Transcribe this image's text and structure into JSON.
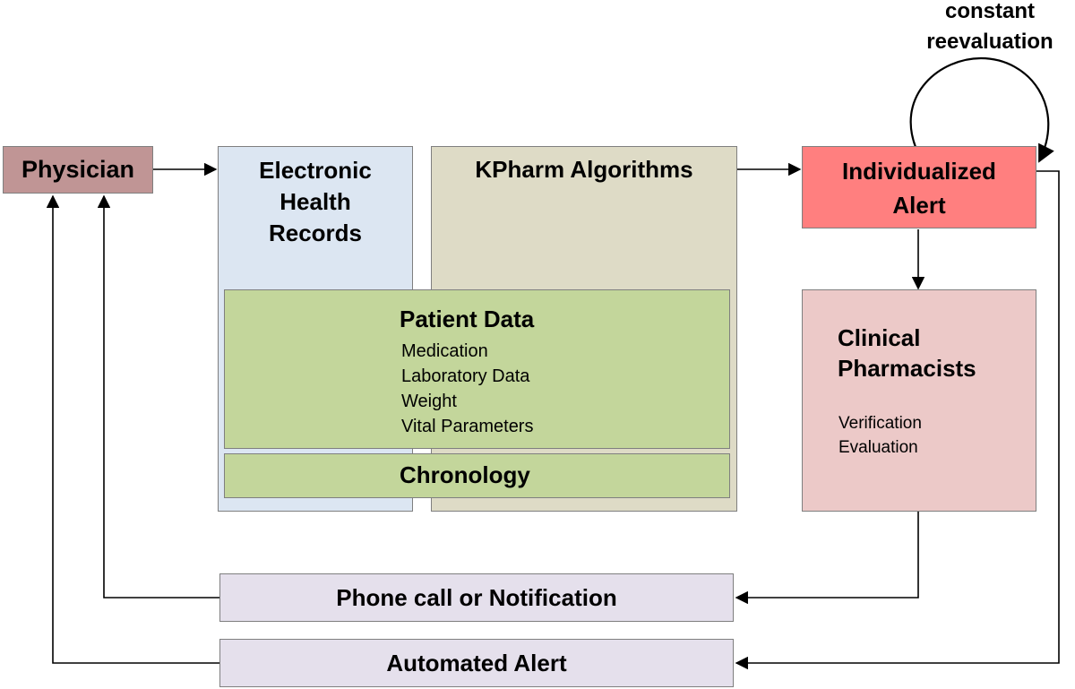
{
  "nodes": {
    "physician": "Physician",
    "ehr": [
      "Electronic",
      "Health",
      "Records"
    ],
    "kpharm": "KPharm Algorithms",
    "alert": [
      "Individualized",
      "Alert"
    ],
    "patient_data": {
      "title": "Patient Data",
      "items": [
        "Medication",
        "Laboratory Data",
        "Weight",
        "Vital Parameters"
      ]
    },
    "chronology": "Chronology",
    "pharmacists": {
      "title": [
        "Clinical",
        "Pharmacists"
      ],
      "items": [
        "Verification",
        "Evaluation"
      ]
    },
    "phone": "Phone call or Notification",
    "automated": "Automated Alert",
    "loop": [
      "constant",
      "reevaluation"
    ]
  },
  "colors": {
    "physician": "#c09595",
    "ehr": "#dce6f2",
    "kpharm": "#dedbc6",
    "alert": "#ff7f7f",
    "patient": "#c3d69b",
    "pharmacists": "#ecc9c8",
    "notify": "#e5e0ec"
  }
}
